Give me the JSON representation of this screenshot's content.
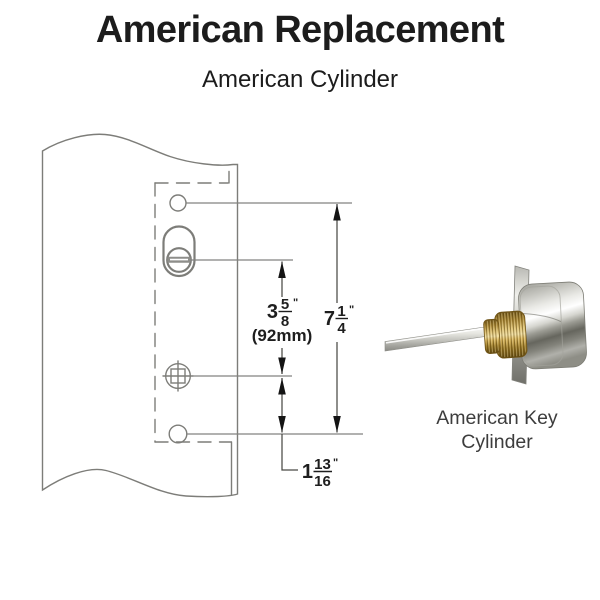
{
  "header": {
    "title": "American Replacement",
    "subtitle": "American Cylinder"
  },
  "diagram": {
    "dim_keyhole_to_screw": {
      "whole": "3",
      "numerator": "5",
      "denominator": "8",
      "unit": "\"",
      "metric": "(92mm)"
    },
    "dim_overall": {
      "whole": "7",
      "numerator": "1",
      "denominator": "4",
      "unit": "\""
    },
    "dim_screw_to_bottom": {
      "whole": "1",
      "numerator": "13",
      "denominator": "16",
      "unit": "\""
    }
  },
  "photo": {
    "caption_lines": [
      "American Key",
      "Cylinder"
    ]
  },
  "colors": {
    "ink": "#1c1c1c",
    "line_gray": "#7d7d79",
    "dim_dark": "#4a4a46",
    "arrow_black": "#141414",
    "brass_mid": "#b3914a",
    "steel_light": "#d9d9d4",
    "caption": "#3d3d3d"
  }
}
